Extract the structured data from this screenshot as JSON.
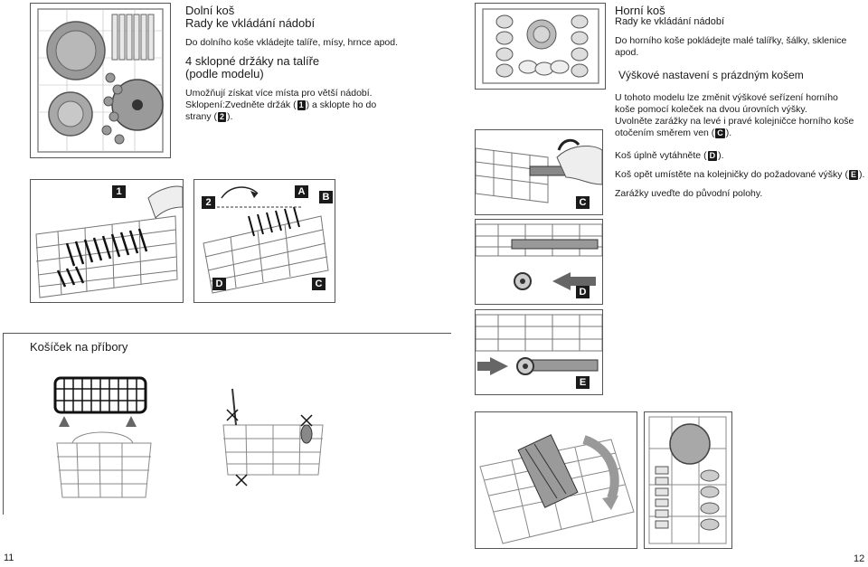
{
  "left": {
    "lower_basket": {
      "title": "Dolní koš",
      "subtitle": "Rady ke vkládání nádobí",
      "intro": "Do dolního koše vkládejte talíře, mísy, hrnce apod.",
      "holders_title_l1": "4 sklopné držáky na talíře",
      "holders_title_l2": "(podle modelu)",
      "text_l1": "Umožňují získat více místa pro větší nádobí.",
      "text_l2_a": "Sklopení:Zvedněte držák (",
      "text_l2_key": "1",
      "text_l2_b": ") a sklopte ho do",
      "text_l3_a": "strany (",
      "text_l3_key": "2",
      "text_l3_b": ")."
    },
    "figure_tags": {
      "one": "1",
      "two": "2",
      "a": "A",
      "b": "B",
      "d": "D",
      "c": "C"
    },
    "cutlery_title": "Košíček na příbory",
    "page_number": "11"
  },
  "right": {
    "upper_basket": {
      "title": "Horní koš",
      "subtitle": "Rady ke vkládání nádobí",
      "intro_l1": "Do horního koše pokládejte malé talířky, šálky, sklenice",
      "intro_l2": "apod.",
      "height_title": "Výškové nastavení s prázdným košem",
      "h_l1": "U tohoto modelu lze změnit výškové seřízení horního",
      "h_l2": "koše pomocí koleček na dvou úrovních výšky.",
      "h_l3": "Uvolněte zarážky na levé i pravé kolejničce horního koše",
      "h_l4_a": "otočením směrem ven (",
      "h_l4_key": "C",
      "h_l4_b": ").",
      "s1_a": "Koš úplně vytáhněte (",
      "s1_key": "D",
      "s1_b": ").",
      "s2_a": "Koš opět umístěte na kolejničky do požadované výšky (",
      "s2_key": "E",
      "s2_b": ").",
      "s3": "Zarážky uveďte do původní polohy."
    },
    "figure_tags": {
      "c": "C",
      "d": "D",
      "e": "E"
    },
    "page_number": "12"
  }
}
